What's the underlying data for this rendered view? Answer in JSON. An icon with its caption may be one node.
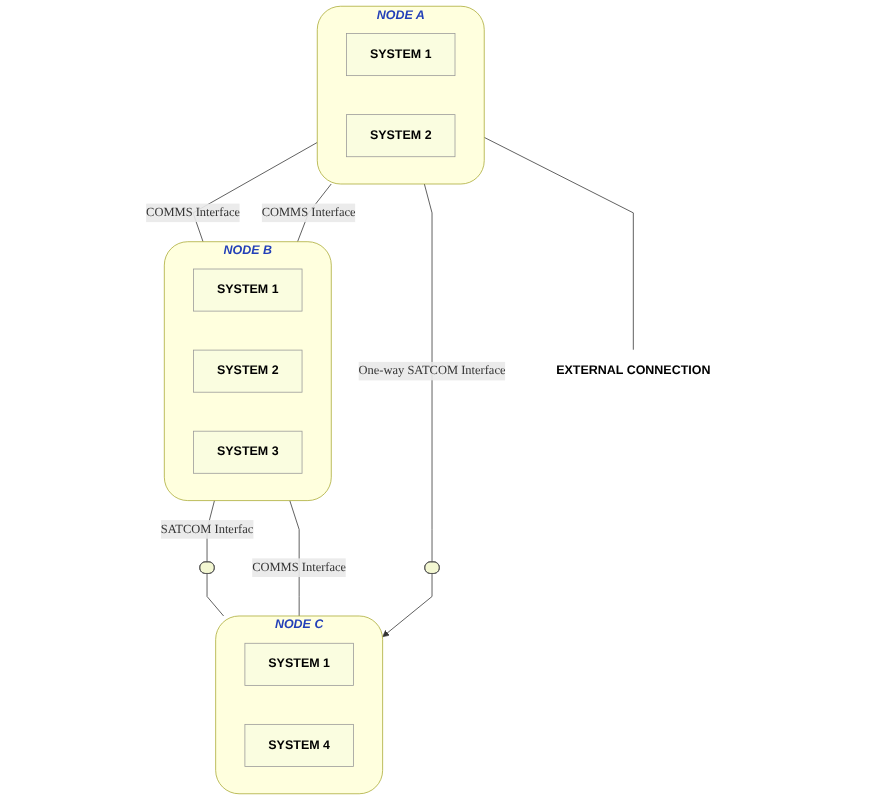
{
  "diagram": {
    "nodes": [
      {
        "text": [
          "NODE B"
        ]
      },
      {
        "text": [
          "SYSTEM 1"
        ],
        "in": 0
      },
      {
        "text": [
          "SYSTEM 2"
        ],
        "in": 0
      },
      {
        "text": [
          "SYSTEM 3"
        ],
        "in": 0
      },
      {
        "text": [
          "NODE A"
        ]
      },
      {
        "text": [
          "SYSTEM 1"
        ],
        "in": 4
      },
      {
        "text": [
          "SYSTEM 2"
        ],
        "in": 4
      },
      {
        "text": [],
        "shape": "ellipse"
      },
      {
        "text": [
          "EXTERNAL CONNECTION"
        ]
      },
      {
        "text": [],
        "shape": "ellipse"
      },
      {
        "text": [
          "NODE C"
        ]
      },
      {
        "text": [
          "SYSTEM 1"
        ],
        "in": 10
      },
      {
        "text": [
          "SYSTEM 4"
        ],
        "in": 10
      }
    ],
    "edges": [
      {
        "from": 4,
        "to": 0,
        "label": "COMMS Interface",
        "arrow": "none"
      },
      {
        "from": 4,
        "to": 0,
        "label": "COMMS Interface",
        "arrow": "none"
      },
      {
        "from": 0,
        "to": 7,
        "label": "SATCOM Interfac",
        "arrow": "none"
      },
      {
        "from": 0,
        "to": 10,
        "label": "COMMS Interface",
        "arrow": "none"
      },
      {
        "from": 4,
        "to": 9,
        "label": "One-way SATCOM Interface",
        "arrow": "none"
      },
      {
        "from": 4,
        "to": 8,
        "arrow": "none"
      },
      {
        "from": 9,
        "to": 10,
        "arrow": "to"
      },
      {
        "from": 7,
        "to": 10,
        "arrow": "none"
      }
    ]
  }
}
